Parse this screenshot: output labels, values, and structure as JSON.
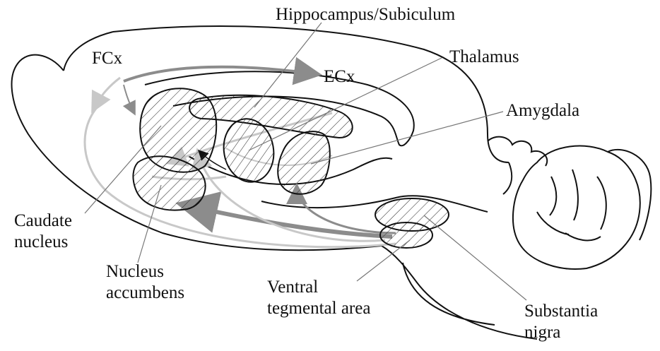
{
  "labels": {
    "hippocampus": "Hippocampus/Subiculum",
    "fcx": "FCx",
    "ecx": "ECx",
    "thalamus": "Thalamus",
    "amygdala": "Amygdala",
    "caudate_line1": "Caudate",
    "caudate_line2": "nucleus",
    "accumbens_line1": "Nucleus",
    "accumbens_line2": "accumbens",
    "vta_line1": "Ventral",
    "vta_line2": "tegmental area",
    "sn_line1": "Substantia",
    "sn_line2": "nigra"
  },
  "colors": {
    "outline": "#111111",
    "hatch": "#333333",
    "pathway_dark": "#8c8c8c",
    "pathway_light": "#c8c8c8",
    "leader": "#777777"
  }
}
